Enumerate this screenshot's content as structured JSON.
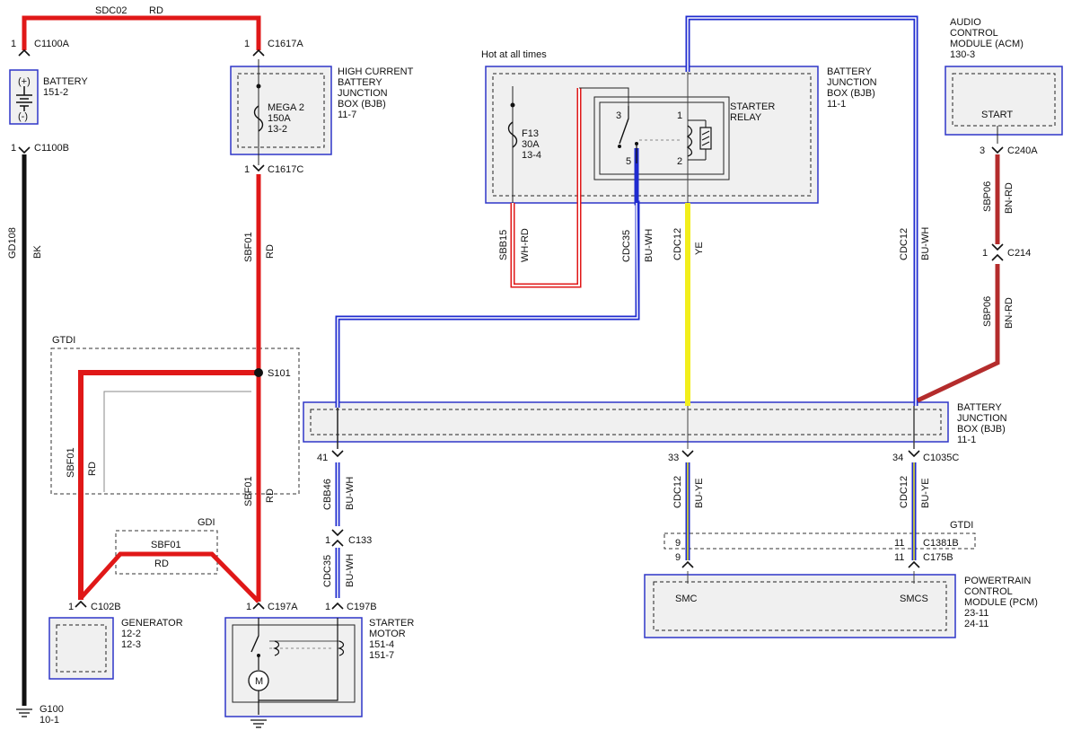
{
  "colors": {
    "red": "#e01818",
    "black": "#111111",
    "blue": "#1f2bcf",
    "yellow": "#f2ee1c",
    "brown_red": "#b42c2c",
    "module_border": "#2f36c8",
    "module_fill": "#f0f0f0"
  },
  "wires": {
    "sdc02": {
      "circuit": "SDC02",
      "color": "RD"
    },
    "gd108": {
      "circuit": "GD108",
      "color": "BK"
    },
    "sbf01_main": {
      "circuit": "SBF01",
      "color": "RD"
    },
    "sbf01_lower": {
      "circuit": "SBF01",
      "color": "RD"
    },
    "sbf01_gtdi": {
      "circuit": "SBF01",
      "color": "RD"
    },
    "sbf01_gdi": {
      "circuit": "SBF01",
      "color": "RD"
    },
    "sbb15": {
      "circuit": "SBB15",
      "color": "WH-RD"
    },
    "cdc35_upper": {
      "circuit": "CDC35",
      "color": "BU-WH"
    },
    "cdc12_upper": {
      "circuit": "CDC12",
      "color": "YE"
    },
    "cdc12_right": {
      "circuit": "CDC12",
      "color": "BU-WH"
    },
    "sbp06_upper": {
      "circuit": "SBP06",
      "color": "BN-RD"
    },
    "sbp06_lower": {
      "circuit": "SBP06",
      "color": "BN-RD"
    },
    "cbb46": {
      "circuit": "CBB46",
      "color": "BU-WH"
    },
    "cdc35_lower": {
      "circuit": "CDC35",
      "color": "BU-WH"
    },
    "cdc12_lower_left": {
      "circuit": "CDC12",
      "color": "BU-YE"
    },
    "cdc12_lower_right": {
      "circuit": "CDC12",
      "color": "BU-YE"
    }
  },
  "connectors": {
    "c1100a": {
      "pin": "1",
      "name": "C1100A"
    },
    "c1100b": {
      "pin": "1",
      "name": "C1100B"
    },
    "c1617a": {
      "pin": "1",
      "name": "C1617A"
    },
    "c1617c": {
      "pin": "1",
      "name": "C1617C"
    },
    "c240a": {
      "pin": "3",
      "name": "C240A"
    },
    "c214": {
      "pin": "1",
      "name": "C214"
    },
    "c102b": {
      "pin": "1",
      "name": "C102B"
    },
    "c197a": {
      "pin": "1",
      "name": "C197A"
    },
    "c197b": {
      "pin": "1",
      "name": "C197B"
    },
    "c133": {
      "pin": "1",
      "name": "C133"
    },
    "c1035c": {
      "pin_left": "41",
      "pin_mid": "33",
      "pin_right": "34",
      "name": "C1035C"
    },
    "c1381b": {
      "pin_left": "9",
      "pin_right": "11",
      "name": "C1381B"
    },
    "c175b": {
      "pin_left": "9",
      "pin_right": "11",
      "name": "C175B"
    }
  },
  "splice": {
    "name": "S101"
  },
  "options": {
    "gtdi_left": "GTDI",
    "gdi": "GDI",
    "gtdi_right": "GTDI"
  },
  "components": {
    "battery": {
      "line1": "BATTERY",
      "line2": "151-2",
      "plus": "(+)",
      "minus": "(-)"
    },
    "hcbjb": {
      "line1": "HIGH CURRENT",
      "line2": "BATTERY",
      "line3": "JUNCTION",
      "line4": "BOX (BJB)",
      "line5": "11-7"
    },
    "mega2": {
      "line1": "MEGA 2",
      "line2": "150A",
      "line3": "13-2"
    },
    "hot_note": "Hot at all times",
    "f13": {
      "line1": "F13",
      "line2": "30A",
      "line3": "13-4"
    },
    "bjb_top": {
      "line1": "BATTERY",
      "line2": "JUNCTION",
      "line3": "BOX (BJB)",
      "line4": "11-1"
    },
    "starter_relay": {
      "line1": "STARTER",
      "line2": "RELAY",
      "pin3": "3",
      "pin5": "5",
      "pin1": "1",
      "pin2": "2"
    },
    "acm": {
      "line1": "AUDIO",
      "line2": "CONTROL",
      "line3": "MODULE (ACM)",
      "line4": "130-3",
      "start": "START"
    },
    "bjb_mid": {
      "line1": "BATTERY",
      "line2": "JUNCTION",
      "line3": "BOX (BJB)",
      "line4": "11-1"
    },
    "pcm": {
      "line1": "POWERTRAIN",
      "line2": "CONTROL",
      "line3": "MODULE (PCM)",
      "line4": "23-11",
      "line5": "24-11",
      "smc": "SMC",
      "smcs": "SMCS"
    },
    "generator": {
      "line1": "GENERATOR",
      "line2": "12-2",
      "line3": "12-3"
    },
    "starter_motor": {
      "line1": "STARTER",
      "line2": "MOTOR",
      "line3": "151-4",
      "line4": "151-7",
      "motor": "M"
    },
    "ground": {
      "line1": "G100",
      "line2": "10-1"
    }
  }
}
